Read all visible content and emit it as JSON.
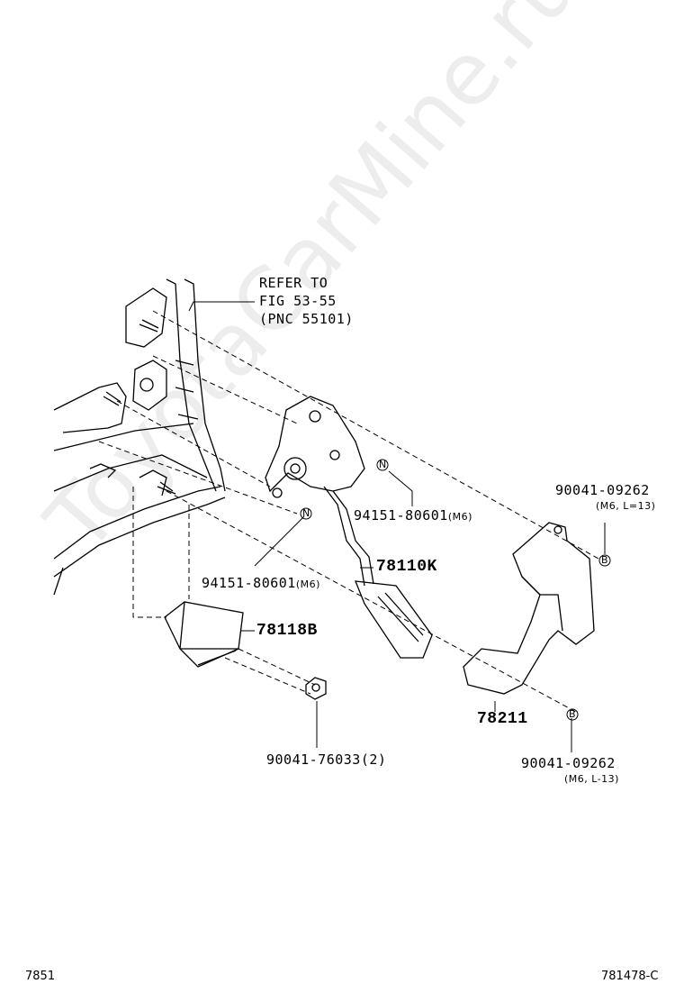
{
  "watermark": "ToyotaCarMine.ru",
  "callouts": {
    "refer_line1": "REFER TO",
    "refer_line2": "FIG 53-55",
    "refer_line3": "(PNC 55101)",
    "part_78110k": "78110K",
    "part_78118b": "78118B",
    "part_78211": "78211",
    "bolt_upper_right": "94151-80601",
    "bolt_upper_right_spec": "(M6)",
    "bolt_lower_left": "94151-80601",
    "bolt_lower_left_spec": "(M6)",
    "screw_top_right": "90041-09262",
    "screw_top_right_spec": "(M6, L=13)",
    "screw_bottom_right": "90041-09262",
    "screw_bottom_right_spec": "(M6, L-13)",
    "nut_bottom": "90041-76033(2)"
  },
  "markers": {
    "n": "N",
    "b": "B"
  },
  "footer": {
    "page_code": "7851",
    "figure_code": "781478-C"
  }
}
